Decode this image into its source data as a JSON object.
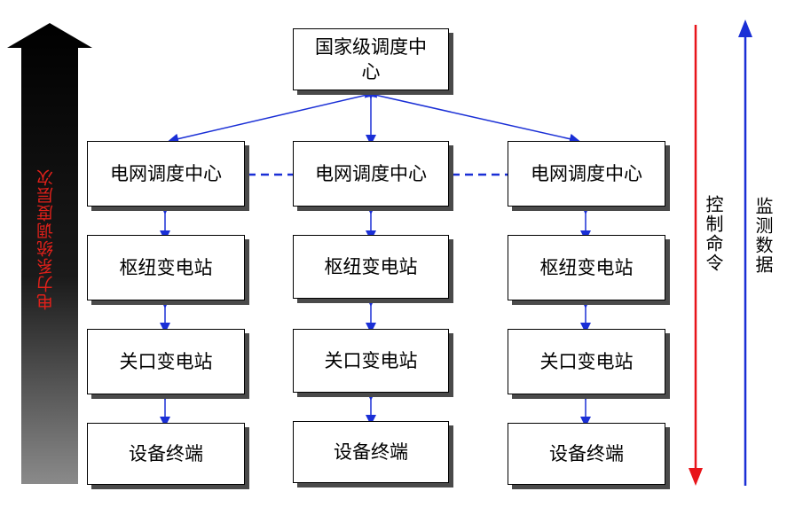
{
  "top_center": "国家级调度中心",
  "columns": [
    {
      "grid_center": "电网调度中心",
      "hub_station": "枢纽变电站",
      "gateway_station": "关口变电站",
      "terminal": "设备终端"
    },
    {
      "grid_center": "电网调度中心",
      "hub_station": "枢纽变电站",
      "gateway_station": "关口变电站",
      "terminal": "设备终端"
    },
    {
      "grid_center": "电网调度中心",
      "hub_station": "枢纽变电站",
      "gateway_station": "关口变电站",
      "terminal": "设备终端"
    }
  ],
  "side_labels": {
    "hierarchy": "电力系统调度层次",
    "control_command": "控制命令",
    "monitoring_data": "监测数据"
  },
  "colors": {
    "link_blue": "#1a2fd6",
    "control_red": "#e8141a",
    "monitor_blue": "#1a2fd6",
    "hierarchy_text": "#e0201a"
  }
}
